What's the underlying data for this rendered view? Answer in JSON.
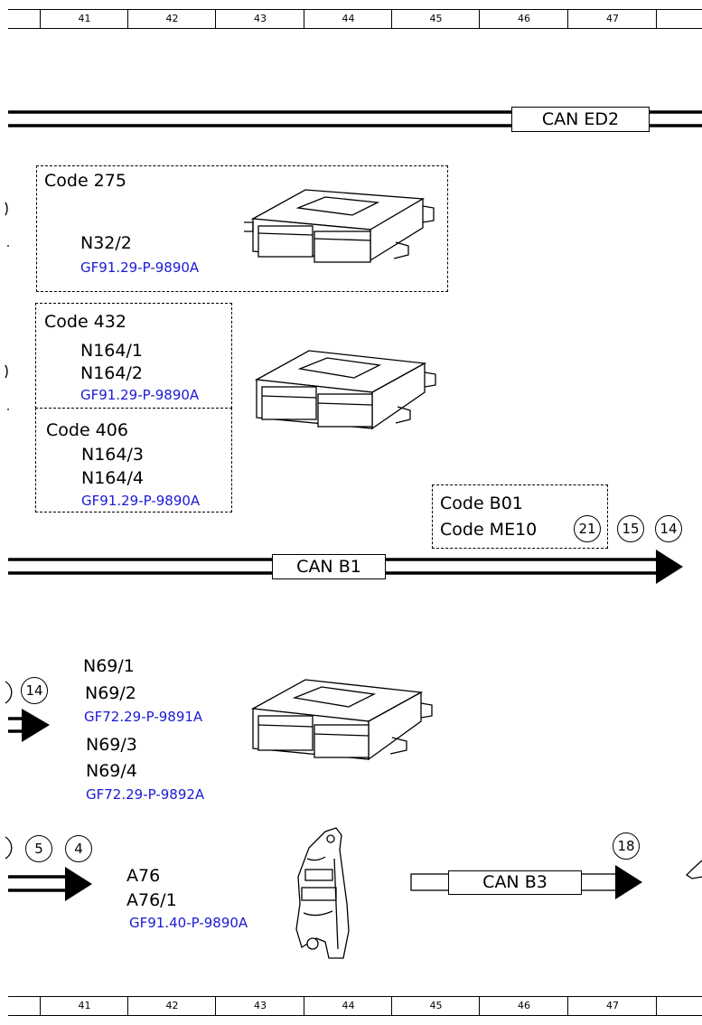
{
  "ruler": {
    "columns": [
      "41",
      "42",
      "43",
      "44",
      "45",
      "46",
      "47"
    ]
  },
  "buses": {
    "can_ed2": "CAN ED2",
    "can_b1": "CAN B1",
    "can_b3": "CAN B3"
  },
  "groups": {
    "code275": {
      "code": "Code 275",
      "parts": [
        "N32/2"
      ],
      "ref": "GF91.29-P-9890A"
    },
    "code432": {
      "code": "Code 432",
      "parts": [
        "N164/1",
        "N164/2"
      ],
      "ref": "GF91.29-P-9890A"
    },
    "code406": {
      "code": "Code 406",
      "parts": [
        "N164/3",
        "N164/4"
      ],
      "ref": "GF91.29-P-9890A"
    },
    "codeb01": {
      "code1": "Code B01",
      "code2": "Code ME10",
      "circle": "21"
    }
  },
  "n69": {
    "parts_a": [
      "N69/1",
      "N69/2"
    ],
    "ref_a": "GF72.29-P-9891A",
    "parts_b": [
      "N69/3",
      "N69/4"
    ],
    "ref_b": "GF72.29-P-9892A"
  },
  "a76": {
    "parts": [
      "A76",
      "A76/1"
    ],
    "ref": "GF91.40-P-9890A"
  },
  "circles": {
    "b1_right": [
      "15",
      "14"
    ],
    "n69_left": "14",
    "lower_left": [
      "5",
      "4"
    ],
    "b3_right": "18"
  }
}
